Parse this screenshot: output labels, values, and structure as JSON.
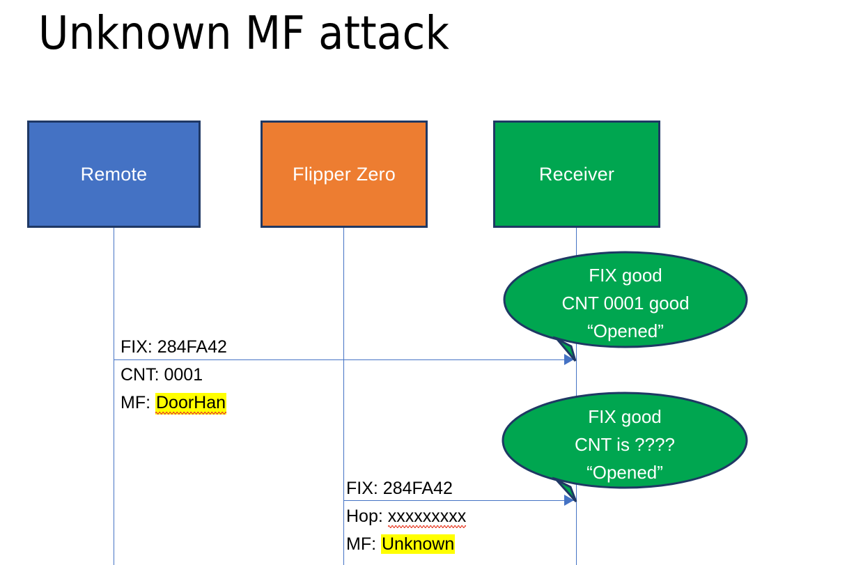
{
  "slide": {
    "title": "Unknown MF attack"
  },
  "actors": [
    {
      "id": "remote",
      "label": "Remote",
      "color": "#4472C4"
    },
    {
      "id": "flipper",
      "label": "Flipper Zero",
      "color": "#ED7D31"
    },
    {
      "id": "receiver",
      "label": "Receiver",
      "color": "#00A650"
    }
  ],
  "messages": [
    {
      "id": "msg1",
      "from": "remote",
      "to": "receiver",
      "lines": [
        {
          "label": "FIX: ",
          "value": "284FA42",
          "highlight": false,
          "spellerror": false
        },
        {
          "label": "CNT: ",
          "value": "0001",
          "highlight": false,
          "spellerror": false
        },
        {
          "label": "MF: ",
          "value": "DoorHan",
          "highlight": true,
          "spellerror": true
        }
      ]
    },
    {
      "id": "msg2",
      "from": "flipper",
      "to": "receiver",
      "lines": [
        {
          "label": "FIX: ",
          "value": "284FA42",
          "highlight": false,
          "spellerror": false
        },
        {
          "label": "Hop: ",
          "value": "xxxxxxxxx",
          "highlight": false,
          "spellerror": true
        },
        {
          "label": "MF: ",
          "value": "Unknown",
          "highlight": true,
          "spellerror": false
        }
      ]
    }
  ],
  "bubbles": [
    {
      "id": "bubble1",
      "color": "#00A650",
      "border": "#1F3864",
      "lines": [
        "FIX good",
        "CNT 0001 good",
        "“Opened”"
      ]
    },
    {
      "id": "bubble2",
      "color": "#00A650",
      "border": "#1F3864",
      "lines": [
        "FIX good",
        "CNT is ????",
        "“Opened”"
      ]
    }
  ],
  "colors": {
    "lifeline": "#4472C4",
    "arrow": "#4472C4",
    "box_border": "#1F3864",
    "highlight": "#FFFF00",
    "spell_underline": "#E8412B"
  }
}
